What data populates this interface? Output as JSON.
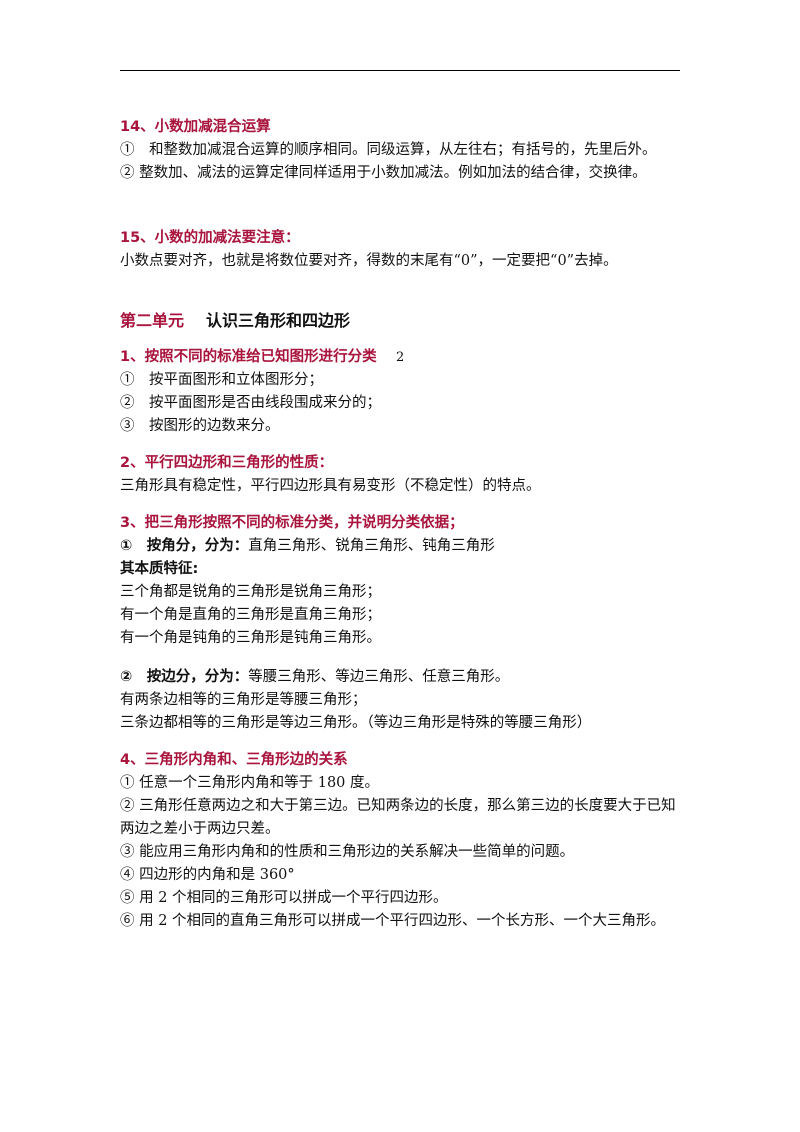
{
  "s14": {
    "title": "14、小数加减混合运算",
    "l1": "①　和整数加减混合运算的顺序相同。同级运算，从左往右；有括号的，先里后外。",
    "l2": "② 整数加、减法的运算定律同样适用于小数加减法。例如加法的结合律，交换律。"
  },
  "s15": {
    "title": "15、小数的加减法要注意：",
    "l1": "小数点要对齐，也就是将数位要对齐，得数的末尾有“0”，一定要把“0”去掉。"
  },
  "page_number": "2",
  "unit": {
    "prefix": "第二单元",
    "title": "认识三角形和四边形"
  },
  "p1": {
    "title": "1、按照不同的标准给已知图形进行分类",
    "items": [
      "①　按平面图形和立体图形分；",
      "②　按平面图形是否由线段围成来分的；",
      "③　按图形的边数来分。"
    ]
  },
  "p2": {
    "title": "2、平行四边形和三角形的性质：",
    "l1": "三角形具有稳定性，平行四边形具有易变形（不稳定性）的特点。"
  },
  "p3": {
    "title": "3、把三角形按照不同的标准分类，并说明分类依据；",
    "a_lead": "①　按角分，分为：",
    "a_rest": "直角三角形、锐角三角形、钝角三角形",
    "essence": "其本质特征:",
    "a_items": [
      "三个角都是锐角的三角形是锐角三角形；",
      "有一个角是直角的三角形是直角三角形；",
      "有一个角是钝角的三角形是钝角三角形。"
    ],
    "b_lead": "②　按边分，分为：",
    "b_rest": "等腰三角形、等边三角形、任意三角形。",
    "b_items": [
      "有两条边相等的三角形是等腰三角形；",
      "三条边都相等的三角形是等边三角形。（等边三角形是特殊的等腰三角形）"
    ]
  },
  "p4": {
    "title": "4、三角形内角和、三角形边的关系",
    "items": [
      "① 任意一个三角形内角和等于 180 度。",
      "② 三角形任意两边之和大于第三边。已知两条边的长度，那么第三边的长度要大于已知两边之差小于两边只差。",
      "③ 能应用三角形内角和的性质和三角形边的关系解决一些简单的问题。",
      "④ 四边形的内角和是 360°",
      "⑤ 用 2 个相同的三角形可以拼成一个平行四边形。",
      "⑥ 用 2 个相同的直角三角形可以拼成一个平行四边形、一个长方形、一个大三角形。"
    ]
  }
}
